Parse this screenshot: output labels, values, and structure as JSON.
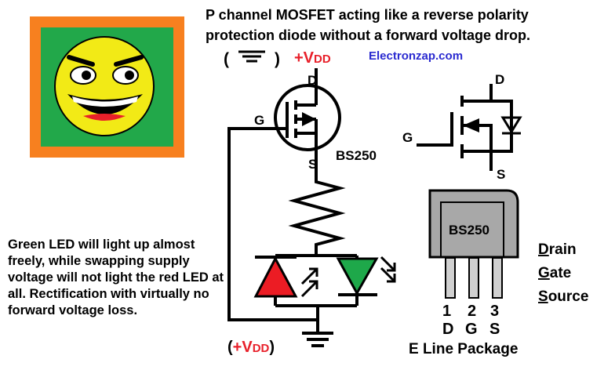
{
  "title": {
    "line1": "P channel MOSFET acting like a reverse polarity",
    "line2": "protection diode without a forward voltage drop."
  },
  "website": "Electronzap.com",
  "supply_top": {
    "paren_open": "(",
    "paren_close": ")",
    "plus_v": "+V",
    "subscript": "DD"
  },
  "supply_bottom": {
    "paren_open": "(",
    "plus_v": "+V",
    "subscript": "DD",
    "paren_close": ")"
  },
  "mosfet": {
    "drain": "D",
    "gate": "G",
    "source": "S",
    "part": "BS250"
  },
  "symbol": {
    "drain": "D",
    "gate": "G",
    "source": "S"
  },
  "package": {
    "body_label": "BS250",
    "pins": [
      {
        "number": "1",
        "letter": "D"
      },
      {
        "number": "2",
        "letter": "G"
      },
      {
        "number": "3",
        "letter": "S"
      }
    ],
    "caption": "E Line Package"
  },
  "legend": [
    {
      "initial": "D",
      "rest": "rain"
    },
    {
      "initial": "G",
      "rest": "ate"
    },
    {
      "initial": "S",
      "rest": "ource"
    }
  ],
  "description": "Green LED will light up almost freely, while swapping supply voltage will not light the red LED at all. Rectification with virtually no forward voltage loss.",
  "colors": {
    "smiley_border": "#f7801f",
    "smiley_bg": "#22a84a",
    "smiley_face": "#f2ea16",
    "supply_red": "#e8202a",
    "website_blue": "#2a2ad0",
    "led_red": "#ec1c24",
    "led_green": "#1ea84a",
    "package_gray": "#a8a8a8"
  },
  "icons": [
    "smiley-face-icon",
    "ground-icon",
    "resistor-icon",
    "led-icon",
    "light-arrows-icon",
    "diode-icon"
  ]
}
